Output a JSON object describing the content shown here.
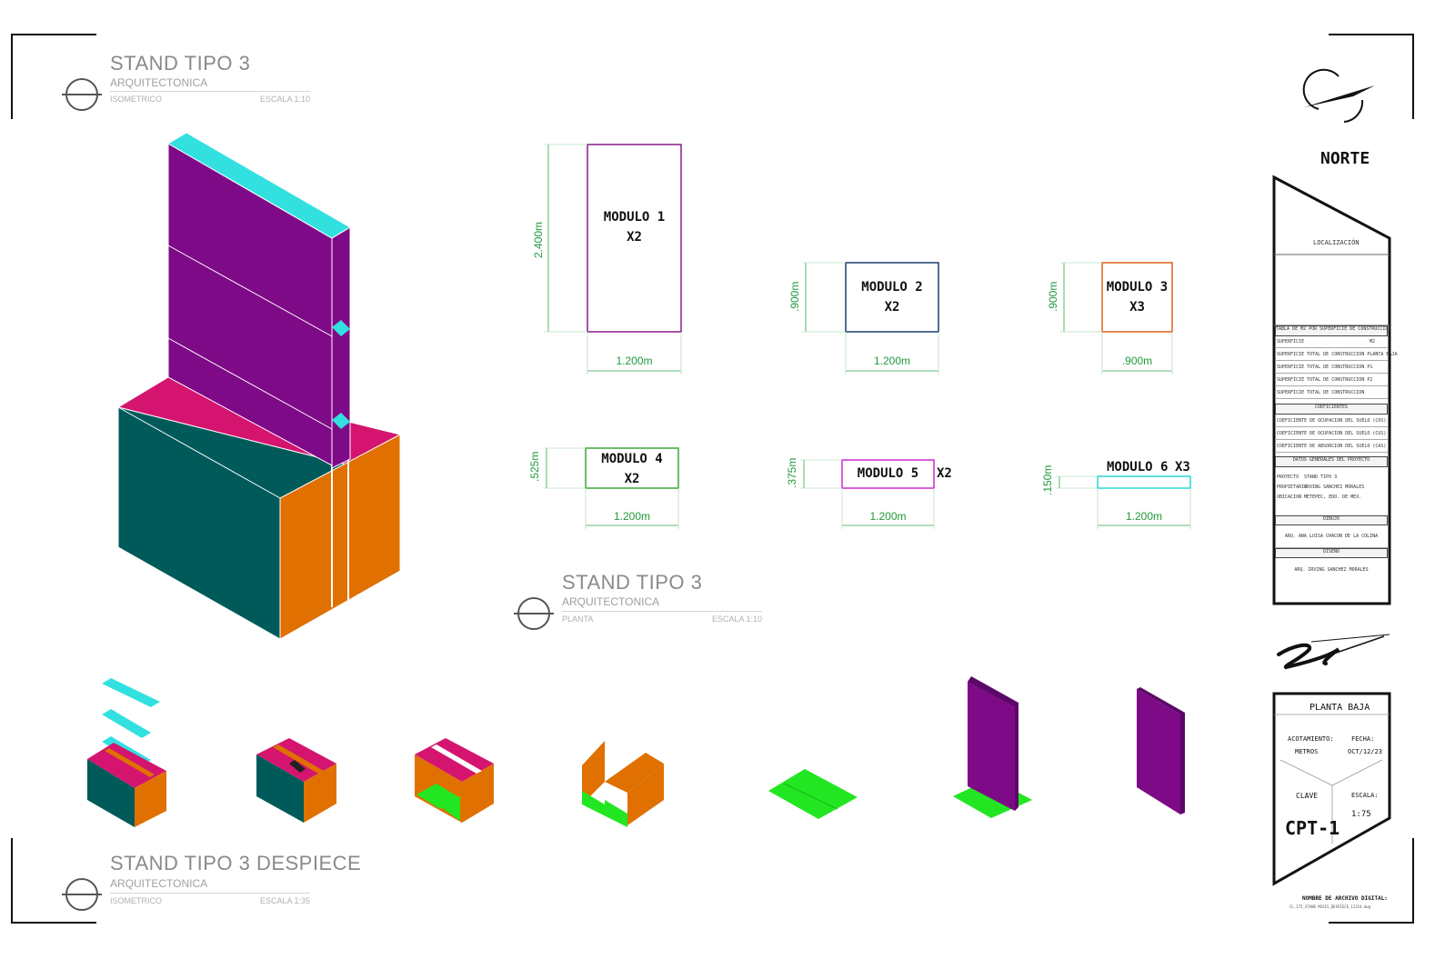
{
  "sections": {
    "isometric": {
      "title": "STAND TIPO 3",
      "subtitle": "ARQUITECTONICA",
      "view": "ISOMETRICO",
      "scale": "ESCALA 1:10"
    },
    "plan": {
      "title": "STAND TIPO 3",
      "subtitle": "ARQUITECTONICA",
      "view": "PLANTA",
      "scale": "ESCALA 1:10"
    },
    "exploded": {
      "title": "STAND TIPO 3 DESPIECE",
      "subtitle": "ARQUITECTONICA",
      "view": "ISOMETRICO",
      "scale": "ESCALA 1:35"
    }
  },
  "modules": [
    {
      "name": "MODULO 1",
      "qty": "X2",
      "width": "1.200m",
      "height": "2.400m",
      "color": "#8b1a8b"
    },
    {
      "name": "MODULO 2",
      "qty": "X2",
      "width": "1.200m",
      "height": ".900m",
      "color": "#1c3d6e"
    },
    {
      "name": "MODULO 3",
      "qty": "X3",
      "width": ".900m",
      "height": ".900m",
      "color": "#e0601a"
    },
    {
      "name": "MODULO 4",
      "qty": "X2",
      "width": "1.200m",
      "height": ".525m",
      "color": "#3aa63a"
    },
    {
      "name": "MODULO 5",
      "qty": "X2",
      "width": "1.200m",
      "height": ".375m",
      "color": "#d12ad1"
    },
    {
      "name": "MODULO 6",
      "qty": "X3",
      "width": "1.200m",
      "height": ".150m",
      "color": "#2ad6d6"
    }
  ],
  "colors": {
    "purple": "#7e0a88",
    "teal": "#005a5a",
    "magenta": "#d4146e",
    "orange": "#e07000",
    "cyan": "#33e0e0",
    "green": "#22e622"
  },
  "north": {
    "label": "NORTE"
  },
  "titleblock": {
    "localizacion": "LOCALIZACIÓN",
    "tabla_header": "TABLA DE M2 POR SUPERFICIE DE CONSTRUCCION",
    "tabla_rows": [
      {
        "label": "SUPERFICIE",
        "unit": "M2"
      },
      {
        "label": "SUPERFICIE TOTAL DE CONSTRUCCION PLANTA BAJA",
        "unit": ""
      },
      {
        "label": "SUPERFICIE TOTAL DE CONSTRUCCION P1",
        "unit": ""
      },
      {
        "label": "SUPERFICIE TOTAL DE CONSTRUCCION P2",
        "unit": ""
      },
      {
        "label": "SUPERFICIE TOTAL DE CONSTRUCCION",
        "unit": ""
      }
    ],
    "coef_header": "COEFICIENTES",
    "coef_rows": [
      "COEFICIENTE DE OCUPACION DEL SUELO (COS)",
      "COEFICIENTE DE OCUPACION DEL SUELO (CUS)",
      "COEFICIENTE DE ABSORCION DEL SUELO (CAS)"
    ],
    "datos_header": "DATOS GENERALES DEL PROYECTO",
    "datos_rows": [
      {
        "label": "PROYECTO",
        "value": "STAND TIPO 3"
      },
      {
        "label": "PROPIETARIO",
        "value": "IRVING SANCHEZ MORALES"
      },
      {
        "label": "UBICACION",
        "value": "METEPEC, EDO. DE MEX."
      }
    ],
    "dibujo_header": "DIBUJO",
    "dibujo_value": "ARQ. ANA LUISA CHACON DE LA COLINA",
    "diseno_header": "DISEÑO",
    "diseno_value": "ARQ. IRVING SANCHEZ MORALES",
    "sheet_title": "PLANTA BAJA",
    "acotamiento_label": "ACOTAMIENTO:",
    "acotamiento_value": "METROS",
    "fecha_label": "FECHA:",
    "fecha_value": "OCT/12/23",
    "clave_label": "CLAVE",
    "clave_value": "CPT-1",
    "escala_label": "ESCALA:",
    "escala_value": "1:75",
    "archivo_label": "NOMBRE DE ARCHIVO DIGITAL:",
    "archivo_value": "CL_175_STAND MIAIS_DESPIECE_12324.dwg"
  }
}
